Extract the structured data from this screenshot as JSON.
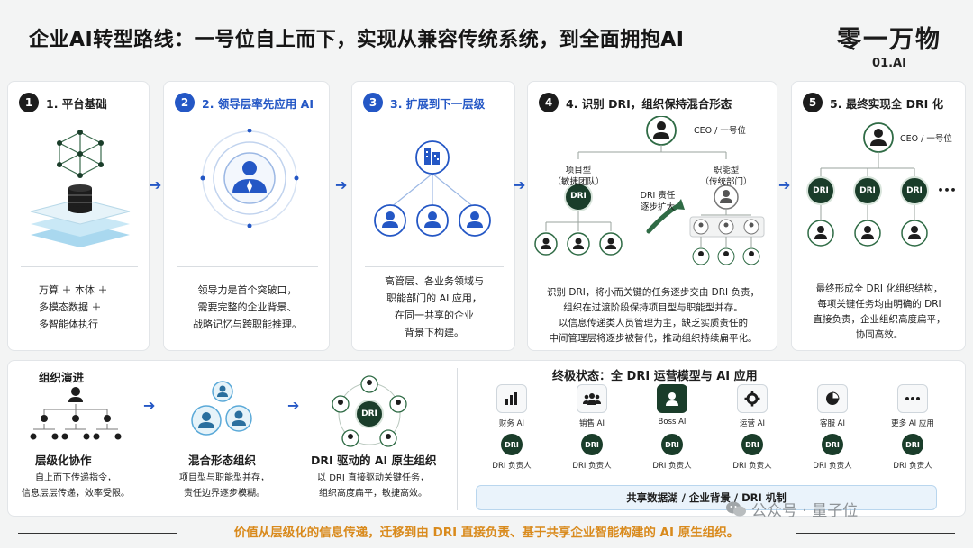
{
  "header": {
    "title": "企业AI转型路线：一号位自上而下，实现从兼容传统系统，到全面拥抱AI",
    "brand_name": "零一万物",
    "brand_sub": "01.AI"
  },
  "steps": [
    {
      "num": "1",
      "title": "1. 平台基础",
      "desc_lines": [
        "万算 ＋ 本体 ＋",
        "多模态数据 ＋",
        "多智能体执行"
      ]
    },
    {
      "num": "2",
      "title": "2. 领导层率先应用 AI",
      "desc_lines": [
        "领导力是首个突破口，",
        "需要完整的企业背景、",
        "战略记忆与跨职能推理。"
      ]
    },
    {
      "num": "3",
      "title": "3. 扩展到下一层级",
      "desc_lines": [
        "高管层、各业务领域与",
        "职能部门的 AI 应用，",
        "在同一共享的企业",
        "背景下构建。"
      ]
    },
    {
      "num": "4",
      "title": "4. 识别 DRI，组织保持混合形态",
      "ceo_label": "CEO / 一号位",
      "left_group": [
        "项目型",
        "（敏捷团队）"
      ],
      "right_group": [
        "职能型",
        "（传统部门）"
      ],
      "dri_expand": [
        "DRI 责任",
        "逐步扩大"
      ],
      "dri_label": "DRI",
      "desc_lines": [
        "识别 DRI，将小而关键的任务逐步交由 DRI 负责，",
        "组织在过渡阶段保持项目型与职能型并存。",
        "以信息传递类人员管理为主，缺乏实质责任的",
        "中间管理层将逐步被替代，推动组织持续扁平化。"
      ]
    },
    {
      "num": "5",
      "title": "5. 最终实现全 DRI 化",
      "ceo_label": "CEO / 一号位",
      "dri_label": "DRI",
      "more": "•••",
      "desc_lines": [
        "最终形成全 DRI 化组织结构，",
        "每项关键任务均由明确的 DRI",
        "直接负责，企业组织高度扁平，",
        "协同高效。"
      ]
    }
  ],
  "evolution": {
    "title": "组织演进",
    "stages": [
      {
        "title": "层级化协作",
        "desc_lines": [
          "自上而下传递指令，",
          "信息层层传递，效率受限。"
        ]
      },
      {
        "title": "混合形态组织",
        "desc_lines": [
          "项目型与职能型并存，",
          "责任边界逐步模糊。"
        ]
      },
      {
        "title": "DRI 驱动的 AI 原生组织",
        "desc_lines": [
          "以 DRI 直接驱动关键任务，",
          "组织高度扁平，敏捷高效。"
        ]
      }
    ],
    "center_dri": "DRI"
  },
  "final_state": {
    "title": "终极状态：全 DRI 运营模型与 AI 应用",
    "apps": [
      {
        "label": "财务 AI",
        "icon": "bar-chart-icon"
      },
      {
        "label": "销售 AI",
        "icon": "team-icon"
      },
      {
        "label": "Boss AI",
        "icon": "boss-icon"
      },
      {
        "label": "运营 AI",
        "icon": "gear-icon"
      },
      {
        "label": "客服 AI",
        "icon": "pie-chart-icon"
      },
      {
        "label": "更多 AI 应用",
        "icon": "more-icon"
      }
    ],
    "dri_label": "DRI",
    "owner_label": "DRI 负责人",
    "shared_bar": "共享数据湖 / 企业背景 / DRI 机制"
  },
  "footer": {
    "text": "价值从层级化的信息传递，迁移到由 DRI 直接负责、基于共享企业智能构建的 AI 原生组织。"
  },
  "watermark": {
    "text": "公众号 · 量子位"
  },
  "colors": {
    "accent_blue": "#2457c5",
    "dri_green": "#1a3d2a",
    "footer_orange": "#d98a1c"
  }
}
